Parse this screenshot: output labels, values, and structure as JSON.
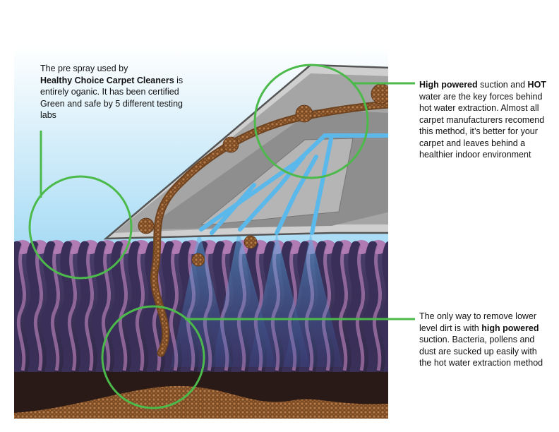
{
  "callouts": {
    "pre_spray": {
      "line1": "The pre spray used by",
      "bold": "Healthy Choice Carpet Cleaners",
      "line2": " is entirely oganic. It has been certified Green and safe by 5 different testing labs"
    },
    "suction_hot_water": {
      "bold1": "High powered",
      "text1": " suction and ",
      "bold2": "HOT",
      "text2": " water are the key forces behind hot water extraction.  Almost all carpet manufacturers recomend this method, it’s better for your carpet and leaves behind a healthier indoor environment"
    },
    "lower_level_dirt": {
      "text1": "The only way to remove lower level dirt is with ",
      "bold": "high powered",
      "text2": " suction.  Bacteria, pollens and dust are sucked up easily with the hot water extraction method"
    }
  },
  "colors": {
    "sky_top": "#ffffff",
    "sky_bottom": "#a9dcf5",
    "carpet_base": "#3c3555",
    "fiber_dark": "#3a2f59",
    "fiber_light": "#b07ab2",
    "backing": "#2a1a17",
    "dirt": "#8c5a2e",
    "wand_gray": "#9a9a9a",
    "water_blue": "#5bb8ea",
    "callout_ring": "#4cba4a"
  }
}
